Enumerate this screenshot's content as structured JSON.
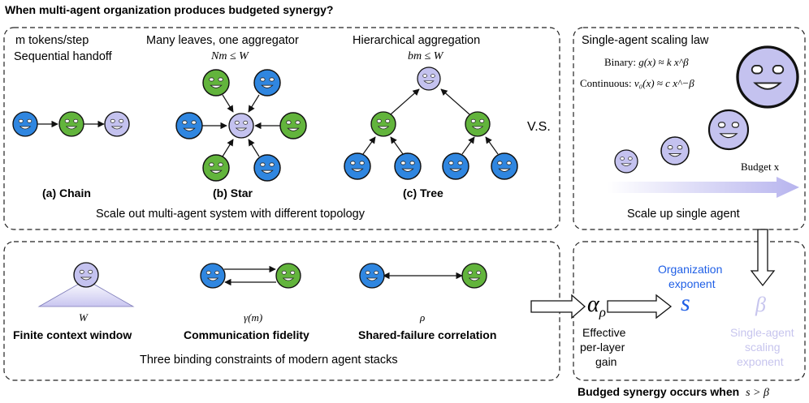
{
  "title": "When multi-agent organization produces budgeted synergy?",
  "panel_topology": {
    "chain": {
      "header_line1": "m tokens/step",
      "header_line2": "Sequential handoff",
      "caption": "(a) Chain"
    },
    "star": {
      "header": "Many leaves, one aggregator",
      "constraint": "Nm ≤ W",
      "caption": "(b) Star"
    },
    "tree": {
      "header": "Hierarchical aggregation",
      "constraint": "bm ≤ W",
      "caption": "(c) Tree"
    },
    "footer": "Scale out multi-agent system with different topology"
  },
  "vs_label": "V.S.",
  "panel_scaling": {
    "header": "Single-agent scaling law",
    "binary_label": "Binary:",
    "binary_formula": "g(x) ≈ k x^β",
    "continuous_label": "Continuous:",
    "continuous_formula": "v₀(x) ≈ c x^−β",
    "budget_label": "Budget x",
    "footer": "Scale up single agent"
  },
  "panel_constraints": {
    "context": {
      "symbol": "W",
      "caption": "Finite context window"
    },
    "fidelity": {
      "symbol": "γ(m)",
      "caption": "Communication fidelity"
    },
    "correlation": {
      "symbol": "ρ",
      "caption": "Shared-failure correlation"
    },
    "footer": "Three binding constraints of modern agent stacks"
  },
  "panel_synergy": {
    "alpha_symbol": "α",
    "alpha_subscript": "ρ",
    "alpha_caption_line1": "Effective",
    "alpha_caption_line2": "per-layer",
    "alpha_caption_line3": "gain",
    "org_label_line1": "Organization",
    "org_label_line2": "exponent",
    "s_symbol": "s",
    "beta_symbol": "β",
    "beta_caption_line1": "Single-agent",
    "beta_caption_line2": "scaling",
    "beta_caption_line3": "exponent",
    "conclusion_text": "Budged synergy occurs when",
    "conclusion_formula": "s > β"
  },
  "colors": {
    "blue_agent": "#2f86e0",
    "green_agent": "#62b43c",
    "lavender_agent": "#c4c2ef",
    "org_text": "#1f5fe6",
    "beta_text": "#c7c5ee"
  }
}
